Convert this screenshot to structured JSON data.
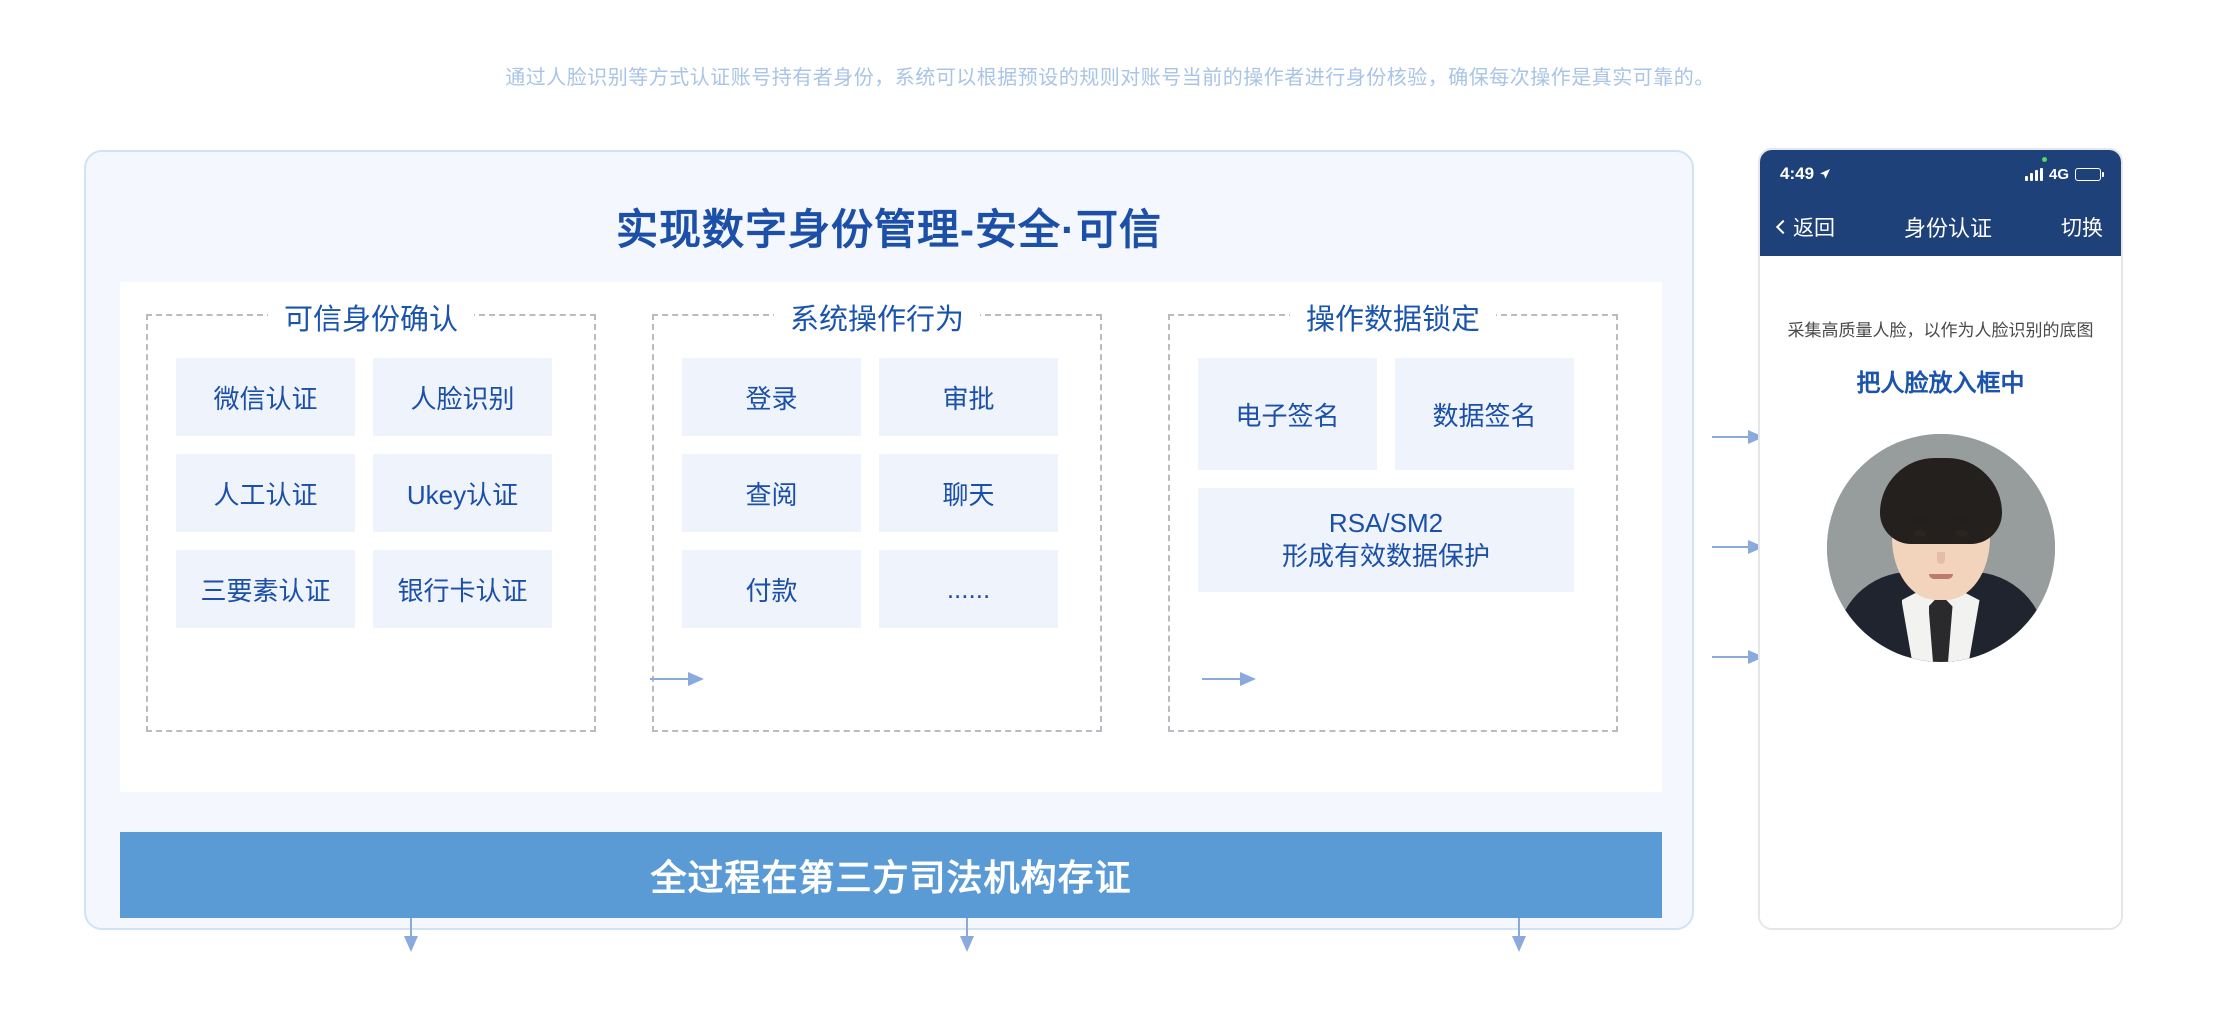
{
  "caption": "通过人脸识别等方式认证账号持有者身份，系统可以根据预设的规则对账号当前的操作者进行身份核验，确保每次操作是真实可靠的。",
  "panel": {
    "title": "实现数字身份管理-安全·可信",
    "footer_label": "全过程在第三方司法机构存证",
    "groups": [
      {
        "title": "可信身份确认",
        "cells": [
          {
            "label": "微信认证",
            "wide": false
          },
          {
            "label": "人脸识别",
            "wide": false
          },
          {
            "label": "人工认证",
            "wide": false
          },
          {
            "label": "Ukey认证",
            "wide": false
          },
          {
            "label": "三要素认证",
            "wide": false
          },
          {
            "label": "银行卡认证",
            "wide": false
          }
        ]
      },
      {
        "title": "系统操作行为",
        "cells": [
          {
            "label": "登录",
            "wide": false
          },
          {
            "label": "审批",
            "wide": false
          },
          {
            "label": "查阅",
            "wide": false
          },
          {
            "label": "聊天",
            "wide": false
          },
          {
            "label": "付款",
            "wide": false
          },
          {
            "label": "......",
            "wide": false
          }
        ]
      },
      {
        "title": "操作数据锁定",
        "cells": [
          {
            "label": "电子签名",
            "wide": false
          },
          {
            "label": "数据签名",
            "wide": false
          },
          {
            "label": "RSA/SM2",
            "label2": "形成有效数据保护",
            "wide": true
          }
        ]
      }
    ],
    "arrows": {
      "between_groups": 2,
      "down_to_footer": 3
    }
  },
  "to_phone_arrows": 3,
  "phone": {
    "status": {
      "time": "4:49",
      "location_icon": "location-arrow-icon",
      "signal_icon": "signal-bars-icon",
      "network": "4G",
      "battery_icon": "battery-charging-icon"
    },
    "nav": {
      "back_label": "返回",
      "title": "身份认证",
      "right_label": "切换"
    },
    "content": {
      "hint": "采集高质量人脸，以作为人脸识别的底图",
      "sub": "把人脸放入框中",
      "photo_name": "face-portrait-photo"
    }
  },
  "colors": {
    "brand_blue": "#1b4fa8",
    "panel_bg": "#f4f7fd",
    "panel_border": "#d2e2f5",
    "cell_bg": "#eef3fc",
    "footer_bar": "#5b9bd5",
    "arrow": "#8aa9dd",
    "caption_text": "#a8c4e6",
    "phone_nav": "#1e4179"
  }
}
